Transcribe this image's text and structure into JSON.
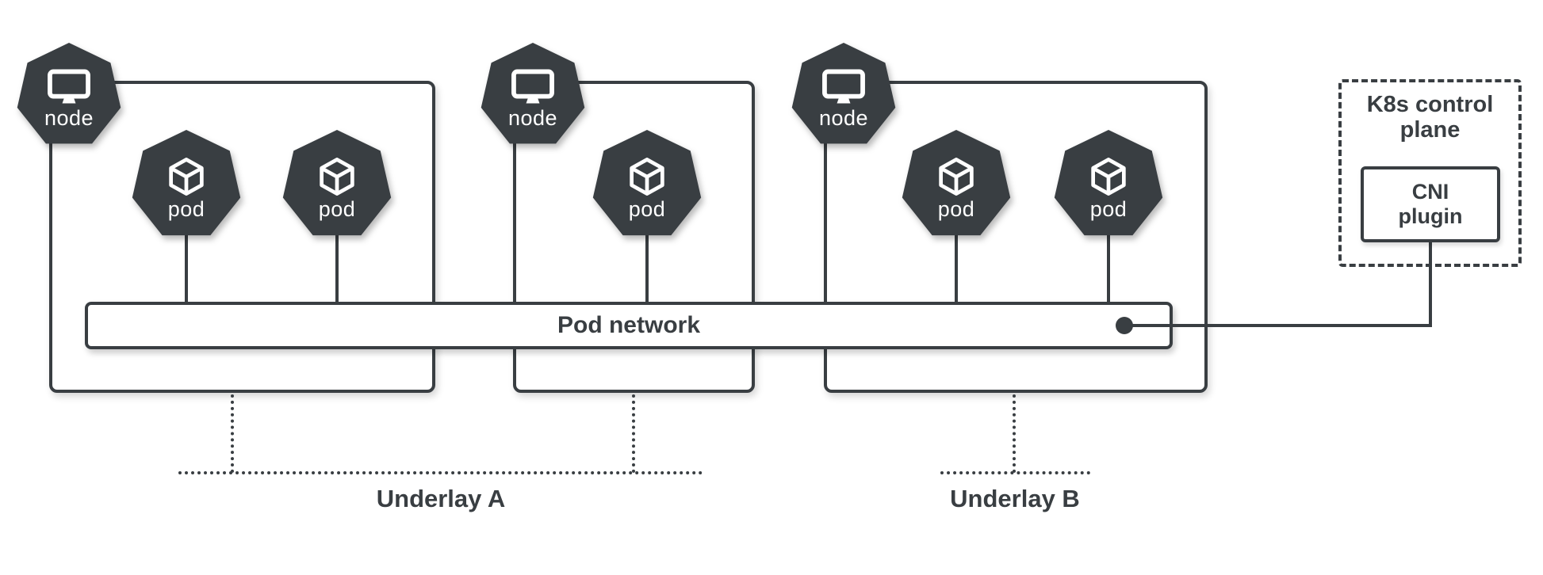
{
  "diagram": {
    "colors": {
      "ink": "#393e42",
      "background": "#ffffff"
    },
    "nodes": [
      {
        "label": "node",
        "icon": "monitor-icon",
        "pods": [
          {
            "label": "pod",
            "icon": "cube-icon"
          },
          {
            "label": "pod",
            "icon": "cube-icon"
          }
        ]
      },
      {
        "label": "node",
        "icon": "monitor-icon",
        "pods": [
          {
            "label": "pod",
            "icon": "cube-icon"
          }
        ]
      },
      {
        "label": "node",
        "icon": "monitor-icon",
        "pods": [
          {
            "label": "pod",
            "icon": "cube-icon"
          },
          {
            "label": "pod",
            "icon": "cube-icon"
          }
        ]
      }
    ],
    "pod_network": {
      "label": "Pod network"
    },
    "control_plane": {
      "title": "K8s control\nplane",
      "cni_label": "CNI\nplugin"
    },
    "underlays": [
      {
        "label": "Underlay A"
      },
      {
        "label": "Underlay B"
      }
    ]
  }
}
